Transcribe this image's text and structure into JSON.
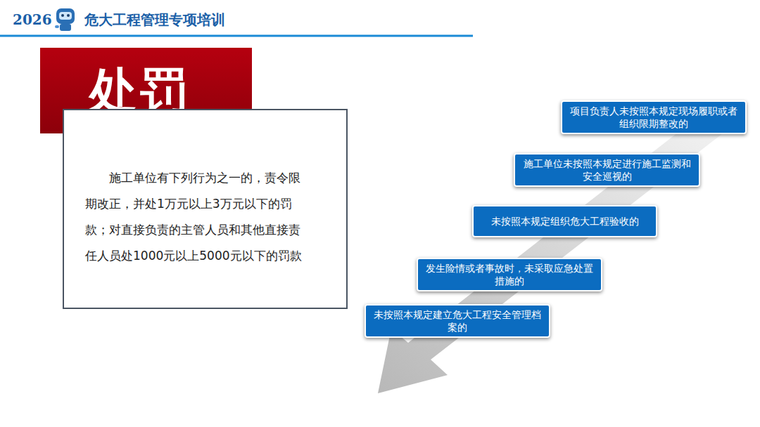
{
  "diagram": {
    "title": "危大工程管理专项培训",
    "nodes": [
      {
        "text": [
          "处罚"
        ]
      },
      {
        "text": [
          "施工单位有下列行为之一的，责令限期改正，并处1万元以上3万元以下的罚款；对直接负责的主管人员和其他直接责任人员处1000元以上5000元以下的罚款"
        ]
      },
      {
        "text": [
          "项目负责人未按照本规定现场履职或者组织限期整改的"
        ]
      },
      {
        "text": [
          "施工单位未按照本规定进行施工监测和安全巡视的"
        ]
      },
      {
        "text": [
          "未按照本规定组织危大工程验收的"
        ]
      },
      {
        "text": [
          "发生险情或者事故时，未采取应急处置措施的"
        ]
      },
      {
        "text": [
          "未按照本规定建立危大工程安全管理档案的"
        ]
      }
    ],
    "labels": [
      "2026"
    ]
  }
}
